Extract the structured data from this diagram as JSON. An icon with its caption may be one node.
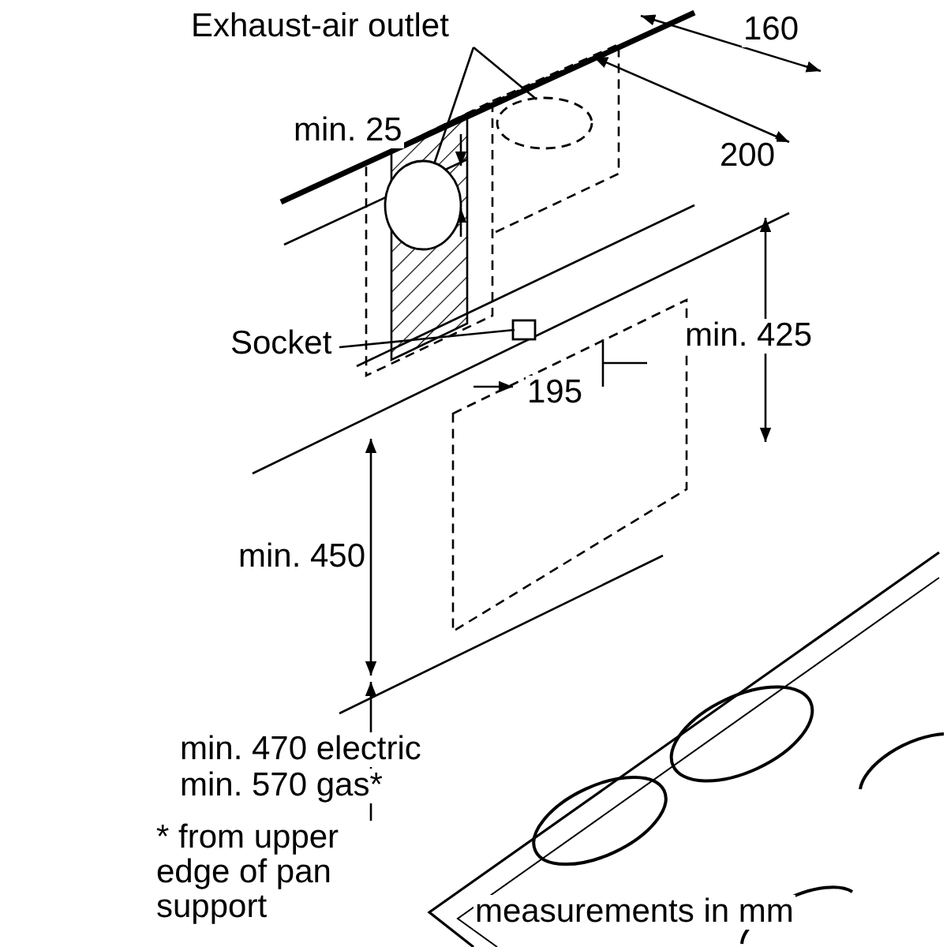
{
  "diagram": {
    "nodes": [
      {
        "text": [
          "Exhaust-air outlet"
        ]
      },
      {
        "text": [],
        "shape": "circle"
      },
      {
        "text": [],
        "shape": "circle"
      },
      {
        "text": [
          "Socket"
        ]
      },
      {
        "text": [],
        "shape": "box"
      }
    ],
    "edges": [
      {
        "from": 0,
        "to": 1,
        "arrow": "none"
      },
      {
        "from": 0,
        "to": 2,
        "arrow": "none"
      },
      {
        "from": 3,
        "to": 4,
        "arrow": "none"
      }
    ],
    "labels": [
      "160",
      "min. 25",
      "200",
      "195",
      "min. 425",
      "min. 450",
      "min. 470 electric",
      "min. 570 gas*",
      "* from upper edge of pan support",
      "measurements in mm"
    ]
  }
}
